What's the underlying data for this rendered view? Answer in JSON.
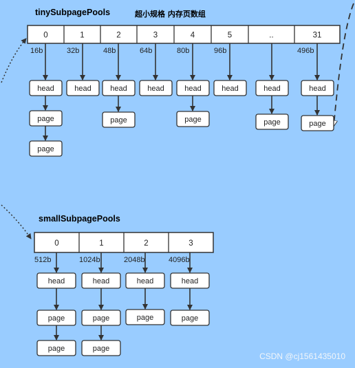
{
  "tiny": {
    "title": "tinySubpagePools",
    "subtitle": "超小规格  内存页数组",
    "cells": [
      "0",
      "1",
      "2",
      "3",
      "4",
      "5",
      "..",
      "31"
    ],
    "sizes": [
      "16b",
      "32b",
      "48b",
      "64b",
      "80b",
      "96b",
      "",
      "496b"
    ],
    "chains": [
      [
        "head",
        "page",
        "page"
      ],
      [
        "head"
      ],
      [
        "head",
        "page"
      ],
      [
        "head"
      ],
      [
        "head",
        "page"
      ],
      [
        "head"
      ],
      [
        "head",
        "page"
      ],
      [
        "head",
        "page"
      ]
    ]
  },
  "small": {
    "title": "smallSubpagePools",
    "cells": [
      "0",
      "1",
      "2",
      "3"
    ],
    "sizes": [
      "512b",
      "1024b",
      "2048b",
      "4096b"
    ],
    "chains": [
      [
        "head",
        "page",
        "page"
      ],
      [
        "head",
        "page",
        "page"
      ],
      [
        "head",
        "page"
      ],
      [
        "head",
        "page"
      ]
    ]
  },
  "watermark": "CSDN @cj1561435010",
  "colors": {
    "background": "#99ccff",
    "box_fill": "#ffffff",
    "stroke": "#333333"
  }
}
